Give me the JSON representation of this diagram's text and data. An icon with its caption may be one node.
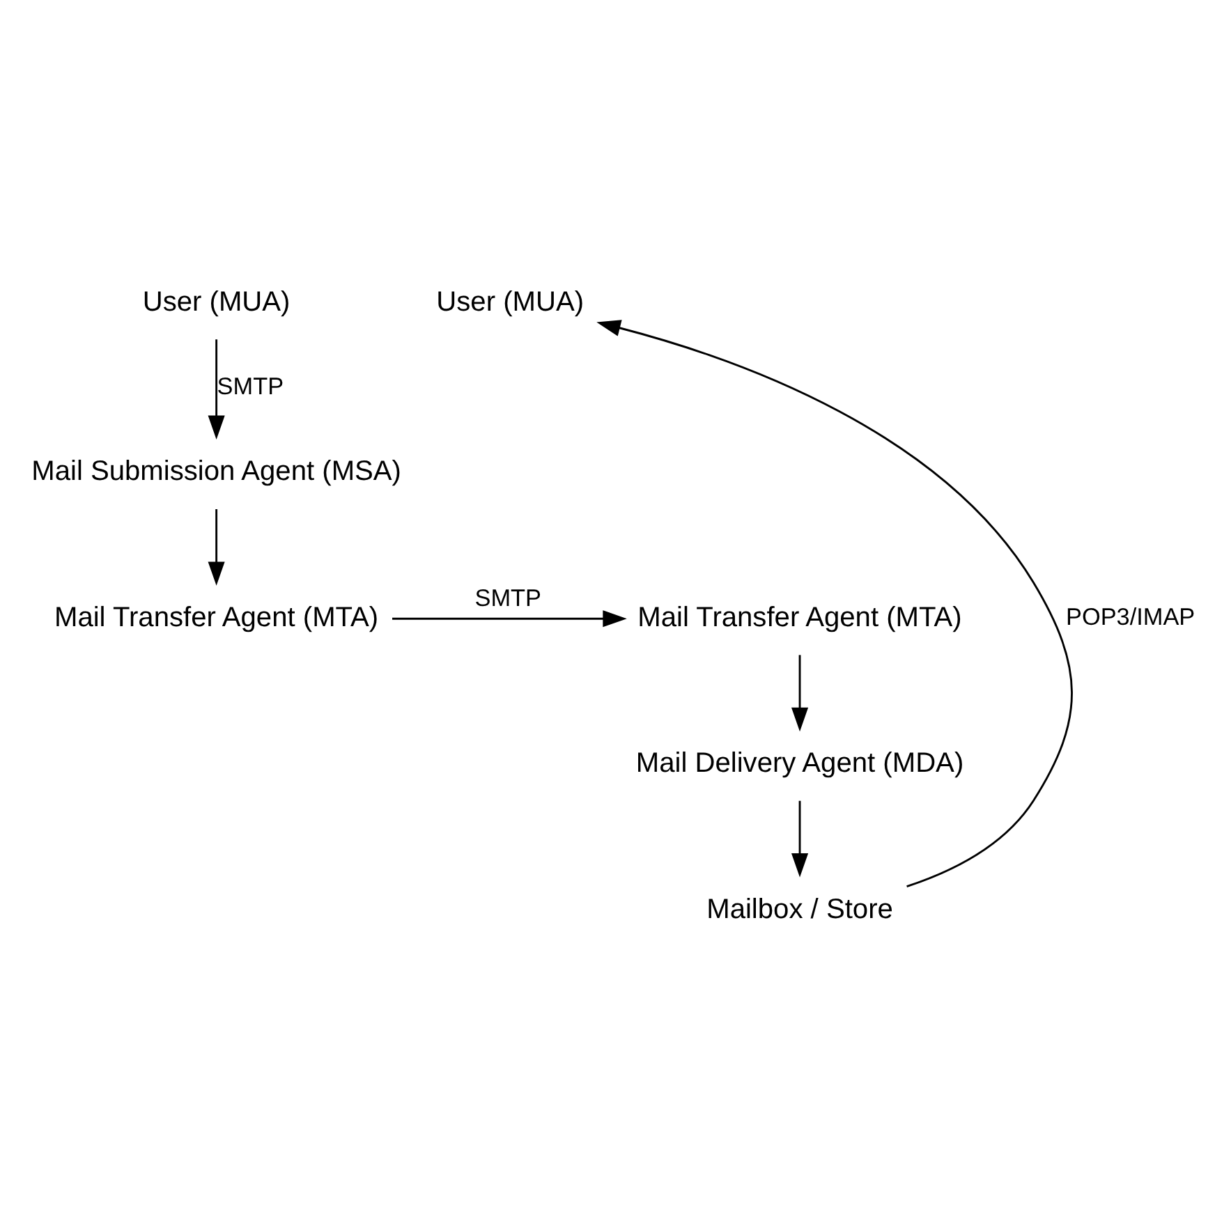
{
  "diagram": {
    "nodes": [
      {
        "text": [
          "User (MUA)"
        ]
      },
      {
        "text": [
          "User (MUA)"
        ]
      },
      {
        "text": [
          "Mail Submission Agent (MSA)"
        ]
      },
      {
        "text": [
          "Mail Transfer Agent (MTA)"
        ]
      },
      {
        "text": [
          "Mail Transfer Agent (MTA)"
        ]
      },
      {
        "text": [
          "Mail Delivery Agent (MDA)"
        ]
      },
      {
        "text": [
          "Mailbox / Store"
        ]
      }
    ],
    "edges": [
      {
        "from": 0,
        "to": 2,
        "arrow": "to",
        "label": "SMTP"
      },
      {
        "from": 2,
        "to": 3,
        "arrow": "to"
      },
      {
        "from": 3,
        "to": 4,
        "arrow": "to",
        "label": "SMTP"
      },
      {
        "from": 4,
        "to": 5,
        "arrow": "to"
      },
      {
        "from": 5,
        "to": 6,
        "arrow": "to"
      },
      {
        "from": 6,
        "to": 1,
        "arrow": "to",
        "label": "POP3/IMAP"
      }
    ]
  }
}
